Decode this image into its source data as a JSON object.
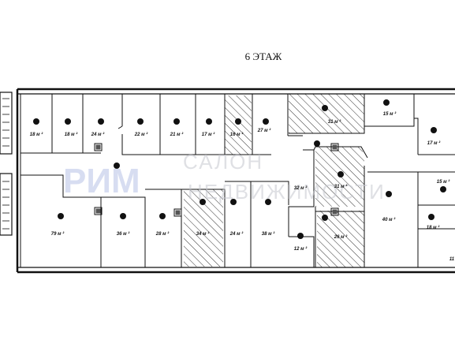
{
  "plan": {
    "title": "6 ЭТАЖ",
    "watermark": {
      "logo": "РИМ",
      "line1": "САЛОН",
      "line2": "НЕДВИЖИМОСТИ"
    },
    "colors": {
      "line": "#111111",
      "hatch": "#333333",
      "watermark_logo": "#b7c2e6",
      "watermark_text": "#c5c8cf"
    },
    "rooms": [
      {
        "id": "r1",
        "label": "18 м ²"
      },
      {
        "id": "r2",
        "label": "18 м ²"
      },
      {
        "id": "r3",
        "label": "24 м ²"
      },
      {
        "id": "r4",
        "label": "22 м ²"
      },
      {
        "id": "r5",
        "label": "21 м ²"
      },
      {
        "id": "r6",
        "label": "17 м ²"
      },
      {
        "id": "r7",
        "label": "16 м ²",
        "hatched": true
      },
      {
        "id": "r8",
        "label": "27 м ²"
      },
      {
        "id": "r9",
        "label": "31 м ²",
        "hatched": true
      },
      {
        "id": "r10",
        "label": "15 м ²"
      },
      {
        "id": "r11",
        "label": "17 м ²"
      },
      {
        "id": "r12",
        "label": "32 м ²"
      },
      {
        "id": "r13",
        "label": "31 м ²",
        "hatched": true
      },
      {
        "id": "r14",
        "label": "79 м ²"
      },
      {
        "id": "r15",
        "label": "36 м ²"
      },
      {
        "id": "r16",
        "label": "28 м ²"
      },
      {
        "id": "r17",
        "label": "34 м ²",
        "hatched": true
      },
      {
        "id": "r18",
        "label": "24 м ²"
      },
      {
        "id": "r19",
        "label": "38 м ²"
      },
      {
        "id": "r20",
        "label": "12 м ²"
      },
      {
        "id": "r21",
        "label": "26 м ²",
        "hatched": true
      },
      {
        "id": "r22",
        "label": "40 м ²"
      },
      {
        "id": "r23",
        "label": "15 м ²"
      },
      {
        "id": "r24",
        "label": "18 м ²"
      },
      {
        "id": "r25",
        "label": "11"
      }
    ]
  }
}
